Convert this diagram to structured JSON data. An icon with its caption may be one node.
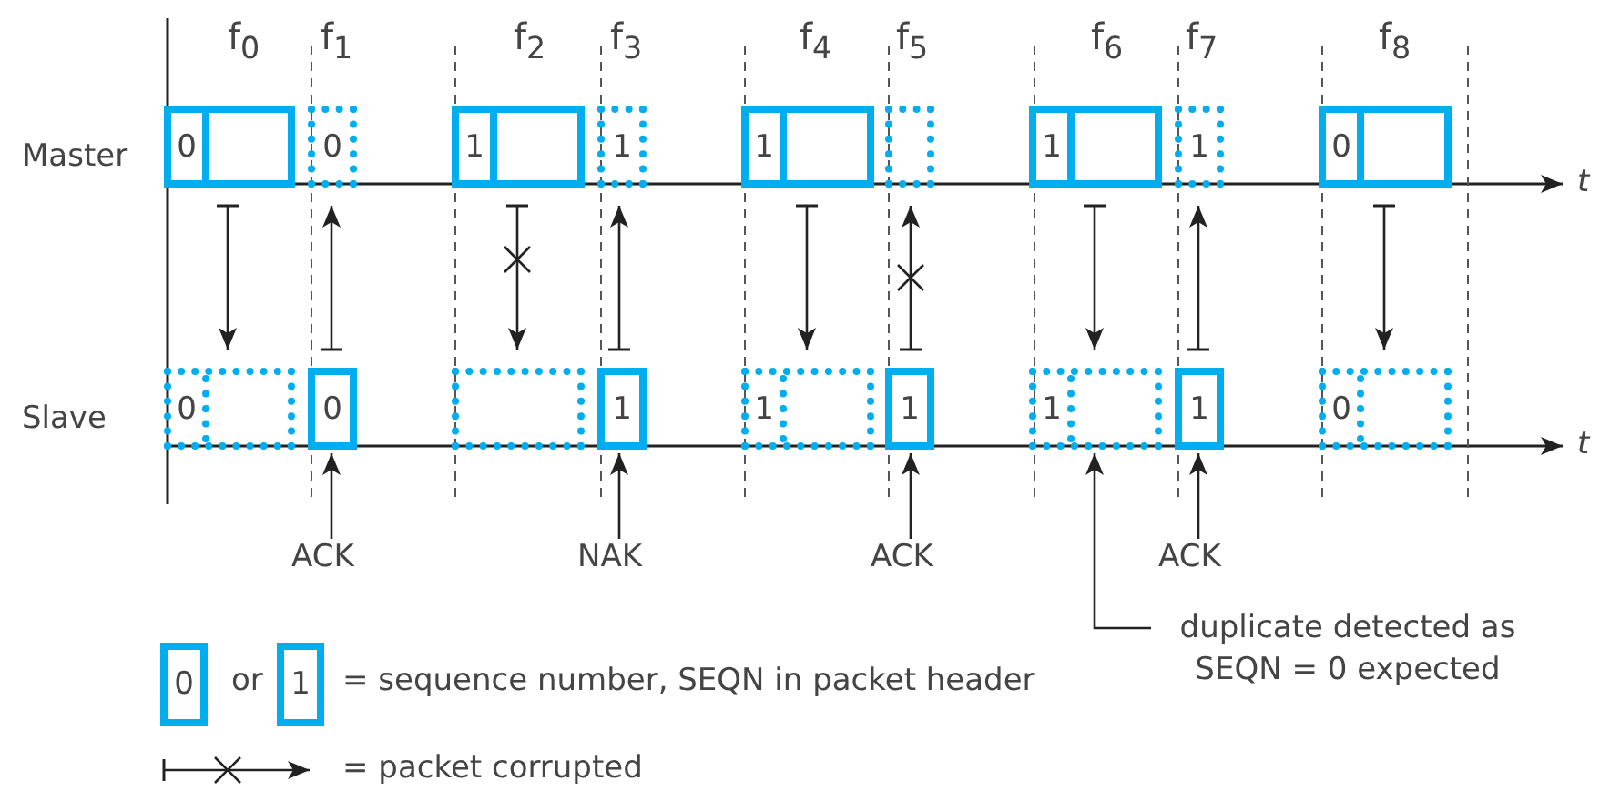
{
  "diagram": {
    "nodes": [
      {
        "text": [
          "0"
        ]
      },
      {
        "text": [
          "0"
        ]
      },
      {
        "text": [
          "1"
        ]
      },
      {
        "text": [
          "1"
        ]
      },
      {
        "text": [
          "1"
        ]
      },
      {
        "text": [],
        "shape": "box"
      },
      {
        "text": [
          "1"
        ]
      },
      {
        "text": [
          "1"
        ]
      },
      {
        "text": [
          "0"
        ]
      },
      {
        "text": [
          "0"
        ]
      },
      {
        "text": [
          "0"
        ]
      },
      {
        "text": [],
        "shape": "box"
      },
      {
        "text": [
          "1"
        ]
      },
      {
        "text": [
          "1"
        ]
      },
      {
        "text": [
          "1"
        ]
      },
      {
        "text": [
          "1"
        ]
      },
      {
        "text": [
          "1"
        ]
      },
      {
        "text": [
          "0"
        ]
      },
      {
        "text": [
          "ACK"
        ]
      },
      {
        "text": [
          "NAK"
        ]
      },
      {
        "text": [
          "ACK"
        ]
      },
      {
        "text": [
          "ACK"
        ]
      },
      {
        "text": [
          "duplicate detected as SEQN = 0 expected"
        ]
      },
      {
        "text": [
          "0"
        ]
      },
      {
        "text": [
          "1"
        ]
      }
    ],
    "edges": [
      {
        "from": 0,
        "to": 9,
        "arrow": "to"
      },
      {
        "from": 10,
        "to": 1,
        "arrow": "to"
      },
      {
        "from": 2,
        "to": 11,
        "arrow": "to"
      },
      {
        "from": 12,
        "to": 3,
        "arrow": "to"
      },
      {
        "from": 4,
        "to": 13,
        "arrow": "to"
      },
      {
        "from": 14,
        "to": 5,
        "arrow": "to"
      },
      {
        "from": 6,
        "to": 15,
        "arrow": "to"
      },
      {
        "from": 16,
        "to": 7,
        "arrow": "to"
      },
      {
        "from": 8,
        "to": 17,
        "arrow": "to"
      },
      {
        "from": 18,
        "to": 10,
        "arrow": "to"
      },
      {
        "from": 19,
        "to": 12,
        "arrow": "to"
      },
      {
        "from": 20,
        "to": 14,
        "arrow": "to"
      },
      {
        "from": 21,
        "to": 16,
        "arrow": "to"
      },
      {
        "from": 22,
        "to": 15,
        "arrow": "to"
      }
    ],
    "labels": [
      "f$_{0}$",
      "f$_{1}$",
      "f$_{2}$",
      "f$_{3}$",
      "f$_{4}$",
      "f$_{5}$",
      "f$_{6}$",
      "f$_{7}$",
      "f$_{8}$",
      "Master",
      "t",
      "Slave",
      "t",
      "or"
    ],
    "legend": [
      {
        "text": "= sequence number, SEQN in packet header"
      },
      {
        "text": "= packet corrupted"
      }
    ]
  }
}
